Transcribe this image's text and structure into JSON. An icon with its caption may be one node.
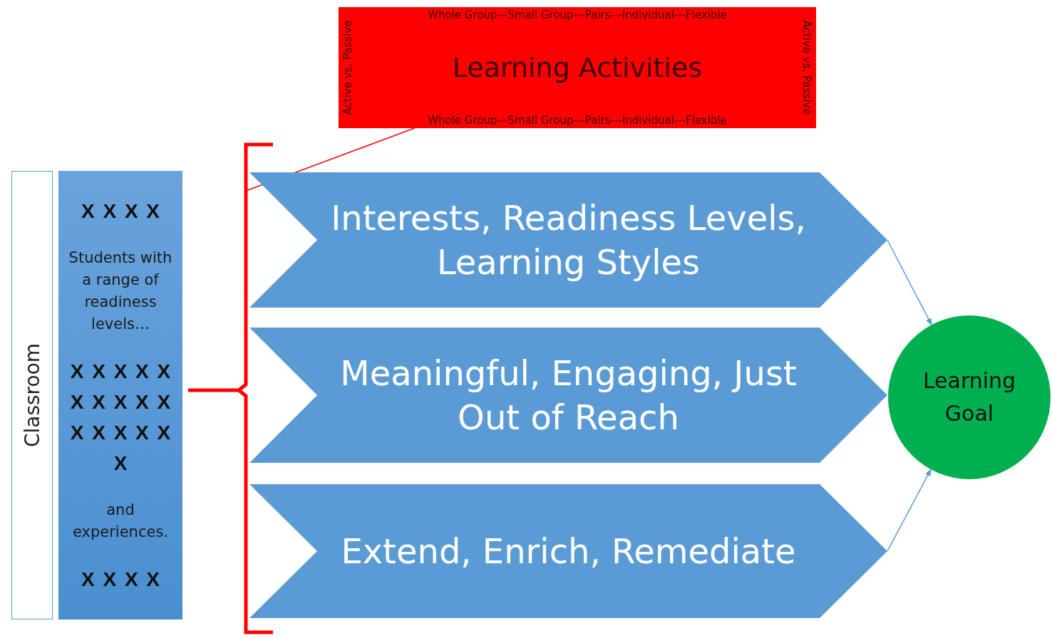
{
  "diagram": {
    "nodes": [
      {
        "text": [
          "Classroom"
        ]
      },
      {
        "text": [
          "X X X X",
          "Students with a range of readiness levels…",
          "X X X X X X X X X X X X X X X X",
          "and experiences.",
          "X X X X"
        ]
      },
      {
        "text": [
          "Whole Group—Small Group---Pairs---Individual---Flexible",
          "Active vs. Passive",
          "Learning Activities",
          "Active vs. Passive",
          "Whole Group—Small Group---Pairs---Individual---Flexible"
        ]
      },
      {
        "text": [
          "Interests, Readiness Levels, Learning Styles"
        ]
      },
      {
        "text": [
          "Meaningful, Engaging, Just Out of Reach"
        ]
      },
      {
        "text": [
          "Extend, Enrich, Remediate"
        ]
      },
      {
        "text": [
          "Learning Goal"
        ]
      }
    ],
    "edges": [
      {
        "from": 3,
        "to": 6,
        "arrow": "to"
      },
      {
        "from": 5,
        "to": 6,
        "arrow": "to"
      },
      {
        "from": null,
        "to": 2,
        "arrow": "none",
        "color": "#ff0000"
      }
    ]
  }
}
